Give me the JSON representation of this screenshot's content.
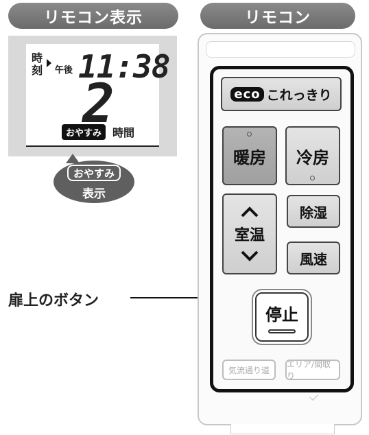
{
  "left_panel": {
    "heading": "リモコン表示",
    "lcd": {
      "time_label": "時\n刻",
      "ampm": "午後",
      "clock": "11:38",
      "hours_value": "2",
      "mode_badge": "おやすみ",
      "unit": "時間"
    },
    "bubble": {
      "badge": "おやすみ",
      "text": "表示"
    }
  },
  "right_panel": {
    "heading": "リモコン",
    "callout": "扉上のボタン",
    "buttons": {
      "eco_mark": "eco",
      "eco_text": "これっきり",
      "heat": "暖房",
      "cool": "冷房",
      "temp": "室温",
      "up_symbol": "^",
      "down_symbol": "v",
      "dry": "除湿",
      "fan": "風速",
      "stop": "停止",
      "airflow": "気流通り道",
      "area": "エリア/間取り"
    }
  },
  "colors": {
    "heading_bg": "#777777",
    "door_border": "#111111"
  }
}
